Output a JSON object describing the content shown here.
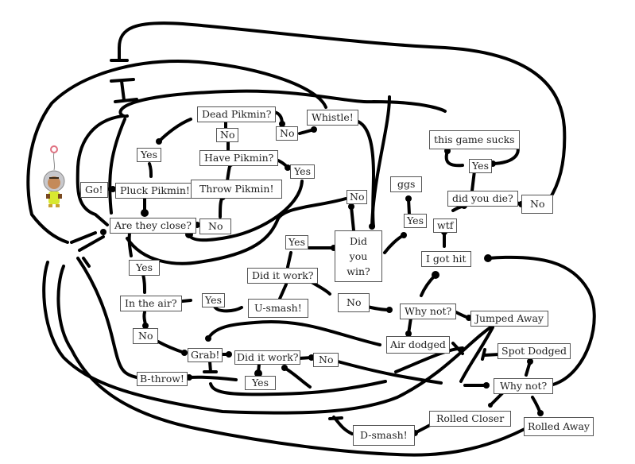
{
  "diagram": {
    "title": "",
    "character": "olimar-character",
    "nodes": [
      {
        "id": "go",
        "label": "Go!"
      },
      {
        "id": "pluck",
        "label": "Pluck Pikmin!"
      },
      {
        "id": "close",
        "label": "Are they close?"
      },
      {
        "id": "close_no",
        "label": "No"
      },
      {
        "id": "throw",
        "label": "Throw Pikmin!"
      },
      {
        "id": "have",
        "label": "Have Pikmin?"
      },
      {
        "id": "have_no",
        "label": "No"
      },
      {
        "id": "have_yes",
        "label": "Yes"
      },
      {
        "id": "dead",
        "label": "Dead Pikmin?"
      },
      {
        "id": "dead_yes",
        "label": "Yes"
      },
      {
        "id": "dead_no",
        "label": "No"
      },
      {
        "id": "whistle",
        "label": "Whistle!"
      },
      {
        "id": "close_yes",
        "label": "Yes"
      },
      {
        "id": "air",
        "label": "In the air?"
      },
      {
        "id": "air_yes",
        "label": "Yes"
      },
      {
        "id": "usmash",
        "label": "U-smash!"
      },
      {
        "id": "work1",
        "label": "Did it work?"
      },
      {
        "id": "work1_yes",
        "label": "Yes"
      },
      {
        "id": "work1_no",
        "label": "No"
      },
      {
        "id": "win",
        "label": "Did you win?"
      },
      {
        "id": "win_no",
        "label": "No"
      },
      {
        "id": "win_yes",
        "label": "Yes"
      },
      {
        "id": "ggs",
        "label": "ggs"
      },
      {
        "id": "whynot1",
        "label": "Why not?"
      },
      {
        "id": "gothit",
        "label": "I got hit"
      },
      {
        "id": "wtf",
        "label": "wtf"
      },
      {
        "id": "die",
        "label": "did you die?"
      },
      {
        "id": "die_yes",
        "label": "Yes"
      },
      {
        "id": "die_no",
        "label": "No"
      },
      {
        "id": "sucks",
        "label": "this game sucks"
      },
      {
        "id": "jumped",
        "label": "Jumped Away"
      },
      {
        "id": "airdodged",
        "label": "Air dodged"
      },
      {
        "id": "air_no",
        "label": "No"
      },
      {
        "id": "grab",
        "label": "Grab!"
      },
      {
        "id": "work2",
        "label": "Did it work?"
      },
      {
        "id": "work2_yes",
        "label": "Yes"
      },
      {
        "id": "work2_no",
        "label": "No"
      },
      {
        "id": "bthrow",
        "label": "B-throw!"
      },
      {
        "id": "spot",
        "label": "Spot Dodged"
      },
      {
        "id": "whynot2",
        "label": "Why not?"
      },
      {
        "id": "rolledcloser",
        "label": "Rolled Closer"
      },
      {
        "id": "rolledaway",
        "label": "Rolled Away"
      },
      {
        "id": "dsmash",
        "label": "D-smash!"
      }
    ],
    "edges": [
      [
        "go",
        "pluck"
      ],
      [
        "pluck",
        "close"
      ],
      [
        "close",
        "close_no"
      ],
      [
        "close_no",
        "throw"
      ],
      [
        "throw",
        "have"
      ],
      [
        "have",
        "have_no"
      ],
      [
        "have_no",
        "dead"
      ],
      [
        "have",
        "have_yes"
      ],
      [
        "have_yes",
        "close"
      ],
      [
        "dead",
        "dead_yes"
      ],
      [
        "dead_yes",
        "pluck"
      ],
      [
        "dead",
        "dead_no"
      ],
      [
        "dead_no",
        "whistle"
      ],
      [
        "whistle",
        "win"
      ],
      [
        "close",
        "close_yes"
      ],
      [
        "close_yes",
        "air"
      ],
      [
        "air",
        "air_yes"
      ],
      [
        "air_yes",
        "usmash"
      ],
      [
        "usmash",
        "work1"
      ],
      [
        "work1",
        "work1_yes"
      ],
      [
        "work1_yes",
        "win"
      ],
      [
        "work1",
        "work1_no"
      ],
      [
        "work1_no",
        "whynot1"
      ],
      [
        "win",
        "win_no"
      ],
      [
        "win_no",
        "close"
      ],
      [
        "win",
        "win_yes"
      ],
      [
        "win_yes",
        "ggs"
      ],
      [
        "whynot1",
        "gothit"
      ],
      [
        "gothit",
        "wtf"
      ],
      [
        "wtf",
        "die"
      ],
      [
        "die",
        "die_yes"
      ],
      [
        "die_yes",
        "sucks"
      ],
      [
        "sucks",
        "die_yes"
      ],
      [
        "die",
        "die_no"
      ],
      [
        "die_no",
        "close"
      ],
      [
        "whynot1",
        "jumped"
      ],
      [
        "whynot1",
        "airdodged"
      ],
      [
        "airdodged",
        "grab"
      ],
      [
        "air",
        "air_no"
      ],
      [
        "air_no",
        "grab"
      ],
      [
        "grab",
        "work2"
      ],
      [
        "work2",
        "work2_yes"
      ],
      [
        "work2_yes",
        "bthrow"
      ],
      [
        "work2",
        "work2_no"
      ],
      [
        "work2_no",
        "whynot2"
      ],
      [
        "spot",
        "work2"
      ],
      [
        "whynot2",
        "spot"
      ],
      [
        "whynot2",
        "rolledcloser"
      ],
      [
        "rolledcloser",
        "dsmash"
      ],
      [
        "whynot2",
        "rolledaway"
      ],
      [
        "whynot2",
        "gothit"
      ],
      [
        "jumped",
        "whynot2"
      ],
      [
        "bthrow",
        "close"
      ],
      [
        "dsmash",
        "close"
      ],
      [
        "rolledaway",
        "close"
      ]
    ]
  }
}
